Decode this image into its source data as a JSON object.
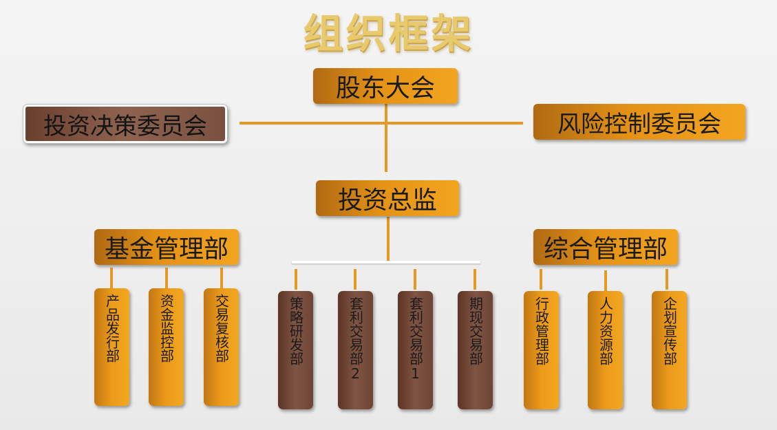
{
  "title": "组织框架",
  "top": {
    "shareholders": "股东大会",
    "investment_committee": "投资决策委员会",
    "risk_committee": "风险控制委员会",
    "director": "投资总监"
  },
  "departments": {
    "fund_management": "基金管理部",
    "general_management": "综合管理部"
  },
  "sub_departments": {
    "fund": [
      "产品发行部",
      "资金监控部",
      "交易复核部"
    ],
    "trading": [
      "策略研发部",
      "套利交易部2",
      "套利交易部1",
      "期现交易部"
    ],
    "general": [
      "行政管理部",
      "人力资源部",
      "企划宣传部"
    ]
  }
}
